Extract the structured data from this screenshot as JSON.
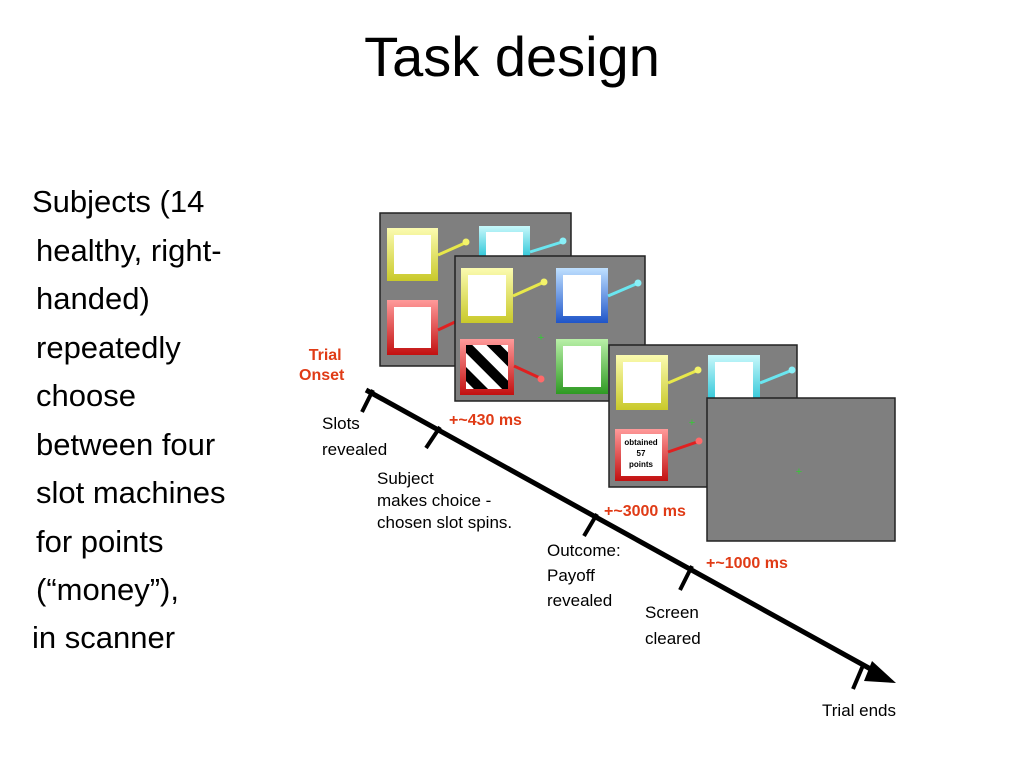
{
  "title": "Task design",
  "bullet": {
    "lines": [
      "Subjects (14",
      "healthy, right-",
      "handed)",
      "repeatedly",
      "choose",
      "between four",
      "slot machines",
      "for points",
      "(“money”),"
    ],
    "trailing": "in scanner"
  },
  "timeline": {
    "trial_onset_line1": "Trial",
    "trial_onset_line2": "Onset",
    "slots_revealed_line1": "Slots",
    "slots_revealed_line2": "revealed",
    "subject_line1": "Subject",
    "subject_line2": "makes choice -",
    "subject_line3": "chosen slot spins.",
    "outcome_line1": "Outcome:",
    "outcome_line2": "Payoff",
    "outcome_line3": "revealed",
    "screen_line1": "Screen",
    "screen_line2": "cleared",
    "trial_ends": "Trial ends",
    "duration_1": "+~430 ms",
    "duration_2": "+~3000 ms",
    "duration_3": "+~1000 ms"
  },
  "outcome_screen": {
    "line1": "obtained",
    "line2": "57",
    "line3": "points"
  },
  "colors": {
    "screen_gray": "#7f7f7f",
    "fixation_green": "#33cc33",
    "duration_red": "#e03b16",
    "slot_yellow": "#e8e84a",
    "slot_cyan": "#6ae6f0",
    "slot_red": "#e02020",
    "slot_green": "#44bb33",
    "slot_blue": "#3a6fd8"
  }
}
